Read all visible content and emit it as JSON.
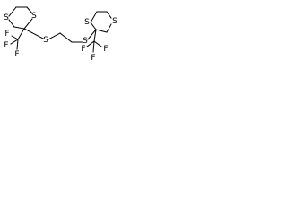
{
  "molecule": {
    "atoms": {
      "s_left_ring_top": "S",
      "s_left_ring_bottom": "S",
      "s_left_bridge": "S",
      "s_right_bridge": "S",
      "s_right_ring_top": "S",
      "s_right_ring_bottom": "S",
      "f_left_1": "F",
      "f_left_2": "F",
      "f_left_3": "F",
      "f_right_1": "F",
      "f_right_2": "F",
      "f_right_3": "F"
    }
  }
}
